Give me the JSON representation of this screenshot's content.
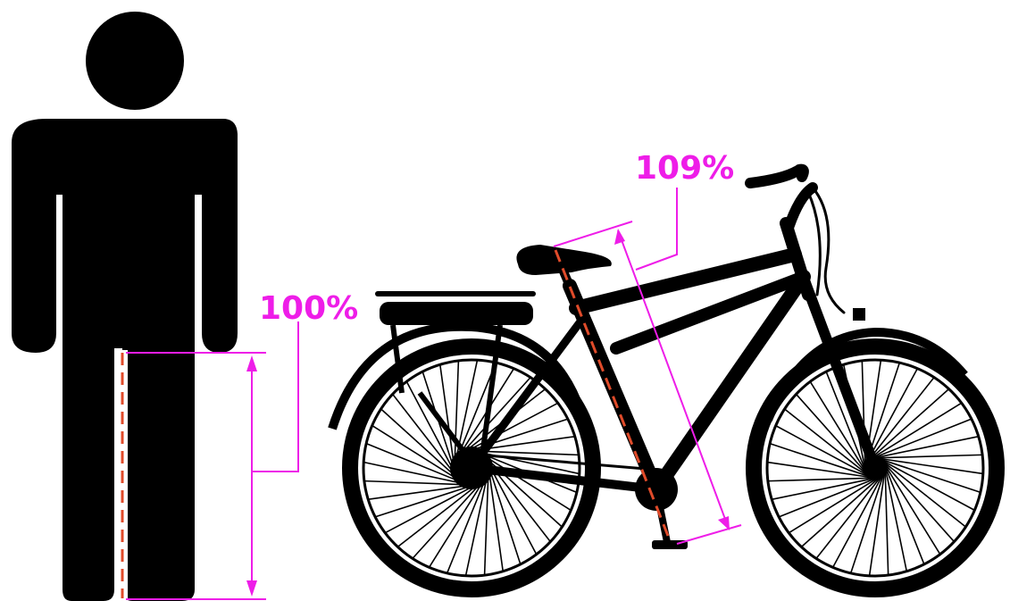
{
  "diagram": {
    "rider": {
      "inseam_label": "100%"
    },
    "bike": {
      "seat_tube_label": "109%"
    }
  },
  "icons": [
    "person-silhouette",
    "bicycle-silhouette"
  ],
  "colors": {
    "silhouette": "#000000",
    "measure": "#ee1de8",
    "reference_line": "#e04b2a",
    "background": "#ffffff"
  }
}
